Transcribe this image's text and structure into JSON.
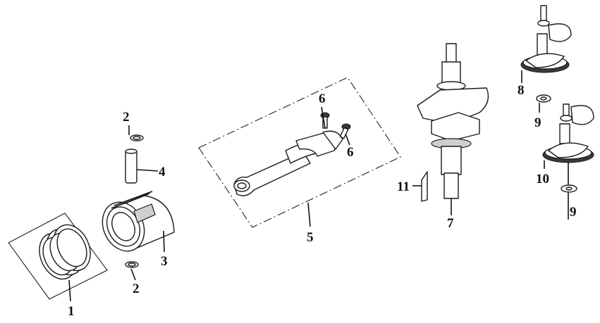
{
  "callouts": {
    "c1": "1",
    "c2a": "2",
    "c2b": "2",
    "c3": "3",
    "c4": "4",
    "c5": "5",
    "c6a": "6",
    "c6b": "6",
    "c7": "7",
    "c8": "8",
    "c9a": "9",
    "c9b": "9",
    "c10": "10",
    "c11": "11"
  }
}
